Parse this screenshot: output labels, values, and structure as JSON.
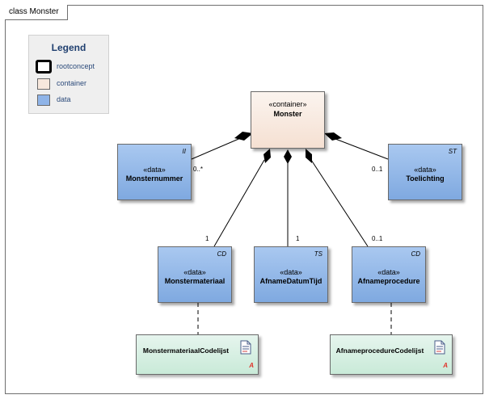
{
  "frame": {
    "title": "class Monster"
  },
  "legend": {
    "title": "Legend",
    "items": [
      {
        "label": "rootconcept",
        "style": "rootconcept"
      },
      {
        "label": "container",
        "style": "container",
        "color": "#f7e8dd"
      },
      {
        "label": "data",
        "style": "data",
        "color": "#8fb4e8"
      }
    ]
  },
  "classes": {
    "monster": {
      "stereotype": "«container»",
      "name": "Monster"
    },
    "monsternummer": {
      "stereotype": "«data»",
      "name": "Monsternummer",
      "tag": "II"
    },
    "toelichting": {
      "stereotype": "«data»",
      "name": "Toelichting",
      "tag": "ST"
    },
    "monstermateriaal": {
      "stereotype": "«data»",
      "name": "Monstermateriaal",
      "tag": "CD"
    },
    "afnamedatumtijd": {
      "stereotype": "«data»",
      "name": "AfnameDatumTijd",
      "tag": "TS"
    },
    "afnameprocedure": {
      "stereotype": "«data»",
      "name": "Afnameprocedure",
      "tag": "CD"
    }
  },
  "enums": {
    "monstermateriaal_codelijst": {
      "name": "MonstermateriaalCodelijst",
      "mark": "A"
    },
    "afnameprocedure_codelijst": {
      "name": "AfnameprocedureCodelijst",
      "mark": "A"
    }
  },
  "multiplicities": {
    "monsternummer": "0..*",
    "toelichting": "0..1",
    "monstermateriaal": "1",
    "afnamedatumtijd": "1",
    "afnameprocedure": "0..1"
  },
  "colors": {
    "data": "#8fb4e8",
    "container": "#f7e8dd",
    "enumeration": "#d4eee1",
    "frame": "#6f6f6f"
  }
}
